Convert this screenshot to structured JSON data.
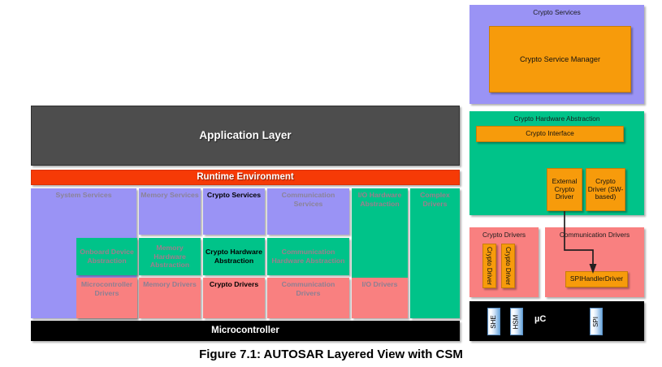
{
  "caption": "Figure 7.1: AUTOSAR Layered View with CSM",
  "left_diagram": {
    "application_layer": "Application Layer",
    "runtime_environment": "Runtime Environment",
    "microcontroller": "Microcontroller",
    "columns": {
      "system_services": "System Services",
      "memory_services": "Memory Services",
      "crypto_services": "Crypto Services",
      "communication_services": "Communication Services",
      "io_hardware_abstraction": "I/O Hardware Abstraction",
      "complex_drivers": "Complex Drivers",
      "onboard_device_abstraction": "Onboard Device Abstraction",
      "memory_hardware_abstraction": "Memory Hardware Abstraction",
      "crypto_hardware_abstraction": "Crypto Hardware Abstraction",
      "communication_hardware_abstraction": "Communication Hardware Abstraction",
      "microcontroller_drivers": "Microcontroller Drivers",
      "memory_drivers": "Memory Drivers",
      "crypto_drivers": "Crypto Drivers",
      "communication_drivers": "Communication Drivers",
      "io_drivers": "I/O Drivers"
    }
  },
  "right_panels": {
    "crypto_services": {
      "title": "Crypto Services",
      "crypto_service_manager": "Crypto Service Manager"
    },
    "crypto_hardware_abstraction": {
      "title": "Crypto Hardware Abstraction",
      "crypto_interface": "Crypto Interface",
      "external_crypto_driver": "External Crypto Driver",
      "crypto_driver_sw": "Crypto Driver (SW-based)"
    },
    "crypto_drivers": {
      "title": "Crypto Drivers",
      "driver_1": "Crypto Driver",
      "driver_2": "Crypto Driver"
    },
    "communication_drivers": {
      "title": "Communication Drivers",
      "spi_handler_driver": "SPIHandlerDriver"
    },
    "microcontroller": {
      "label": "µC",
      "she": "SHE",
      "hsm": "HSM",
      "spi": "SPI"
    }
  },
  "colors": {
    "services": "#9a93f5",
    "abstraction": "#00c389",
    "drivers": "#f98080",
    "orange": "#f79b0b",
    "rte": "#f63a06",
    "app_layer": "#4d4d4d",
    "microcontroller": "#000000"
  }
}
